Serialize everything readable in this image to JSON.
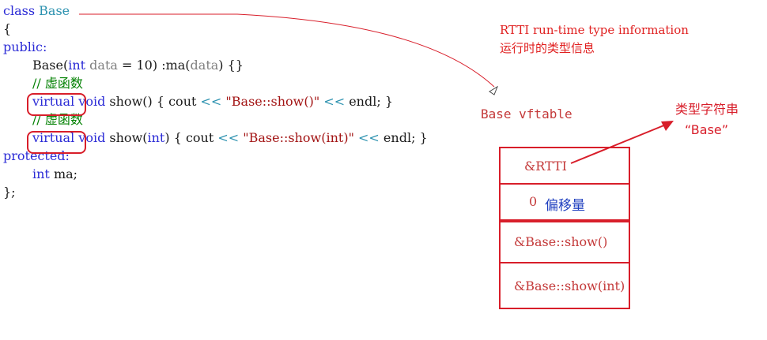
{
  "code": {
    "l1_kw": "class",
    "l1_name": "Base",
    "l2": "{",
    "l3": "public:",
    "l4_ctor": "Base(",
    "l4_int": "int",
    "l4_param": " data",
    "l4_rest": " = 10) :ma(",
    "l4_data": "data",
    "l4_end": ") {}",
    "l5_comment": "// 虚函数",
    "l6_virtual": "virtual",
    "l6_void": " void",
    "l6_mid": " show() { cout ",
    "l6_op1": "<<",
    "l6_str": " \"Base::show()\"",
    "l6_op2": " <<",
    "l6_end": " endl; }",
    "l7_comment": "// 虚函数",
    "l8_virtual": "virtual",
    "l8_void": " void",
    "l8_mid1": " show(",
    "l8_int": "int",
    "l8_mid2": ") { cout ",
    "l8_op1": "<<",
    "l8_str": " \"Base::show(int)\"",
    "l8_op2": " <<",
    "l8_end": " endl; }",
    "l9": "protected:",
    "l10_int": "int",
    "l10_rest": " ma;",
    "l11": "};"
  },
  "rtti_note": {
    "line1": "RTTI run-time type information",
    "line2": "运行时的类型信息"
  },
  "vftable": {
    "title": "Base vftable",
    "rows": [
      {
        "label": "&RTTI"
      },
      {
        "num": "0",
        "label": "偏移量"
      },
      {
        "label": "&Base::show()"
      },
      {
        "label": "&Base::show(int)"
      }
    ]
  },
  "annotation": {
    "line1": "类型字符串",
    "line2": "“Base”"
  },
  "colors": {
    "red": "#d81e2a",
    "blue": "#1f3fbf",
    "keyword": "#2b2bd6",
    "class": "#2b91af",
    "comment": "#008000"
  }
}
